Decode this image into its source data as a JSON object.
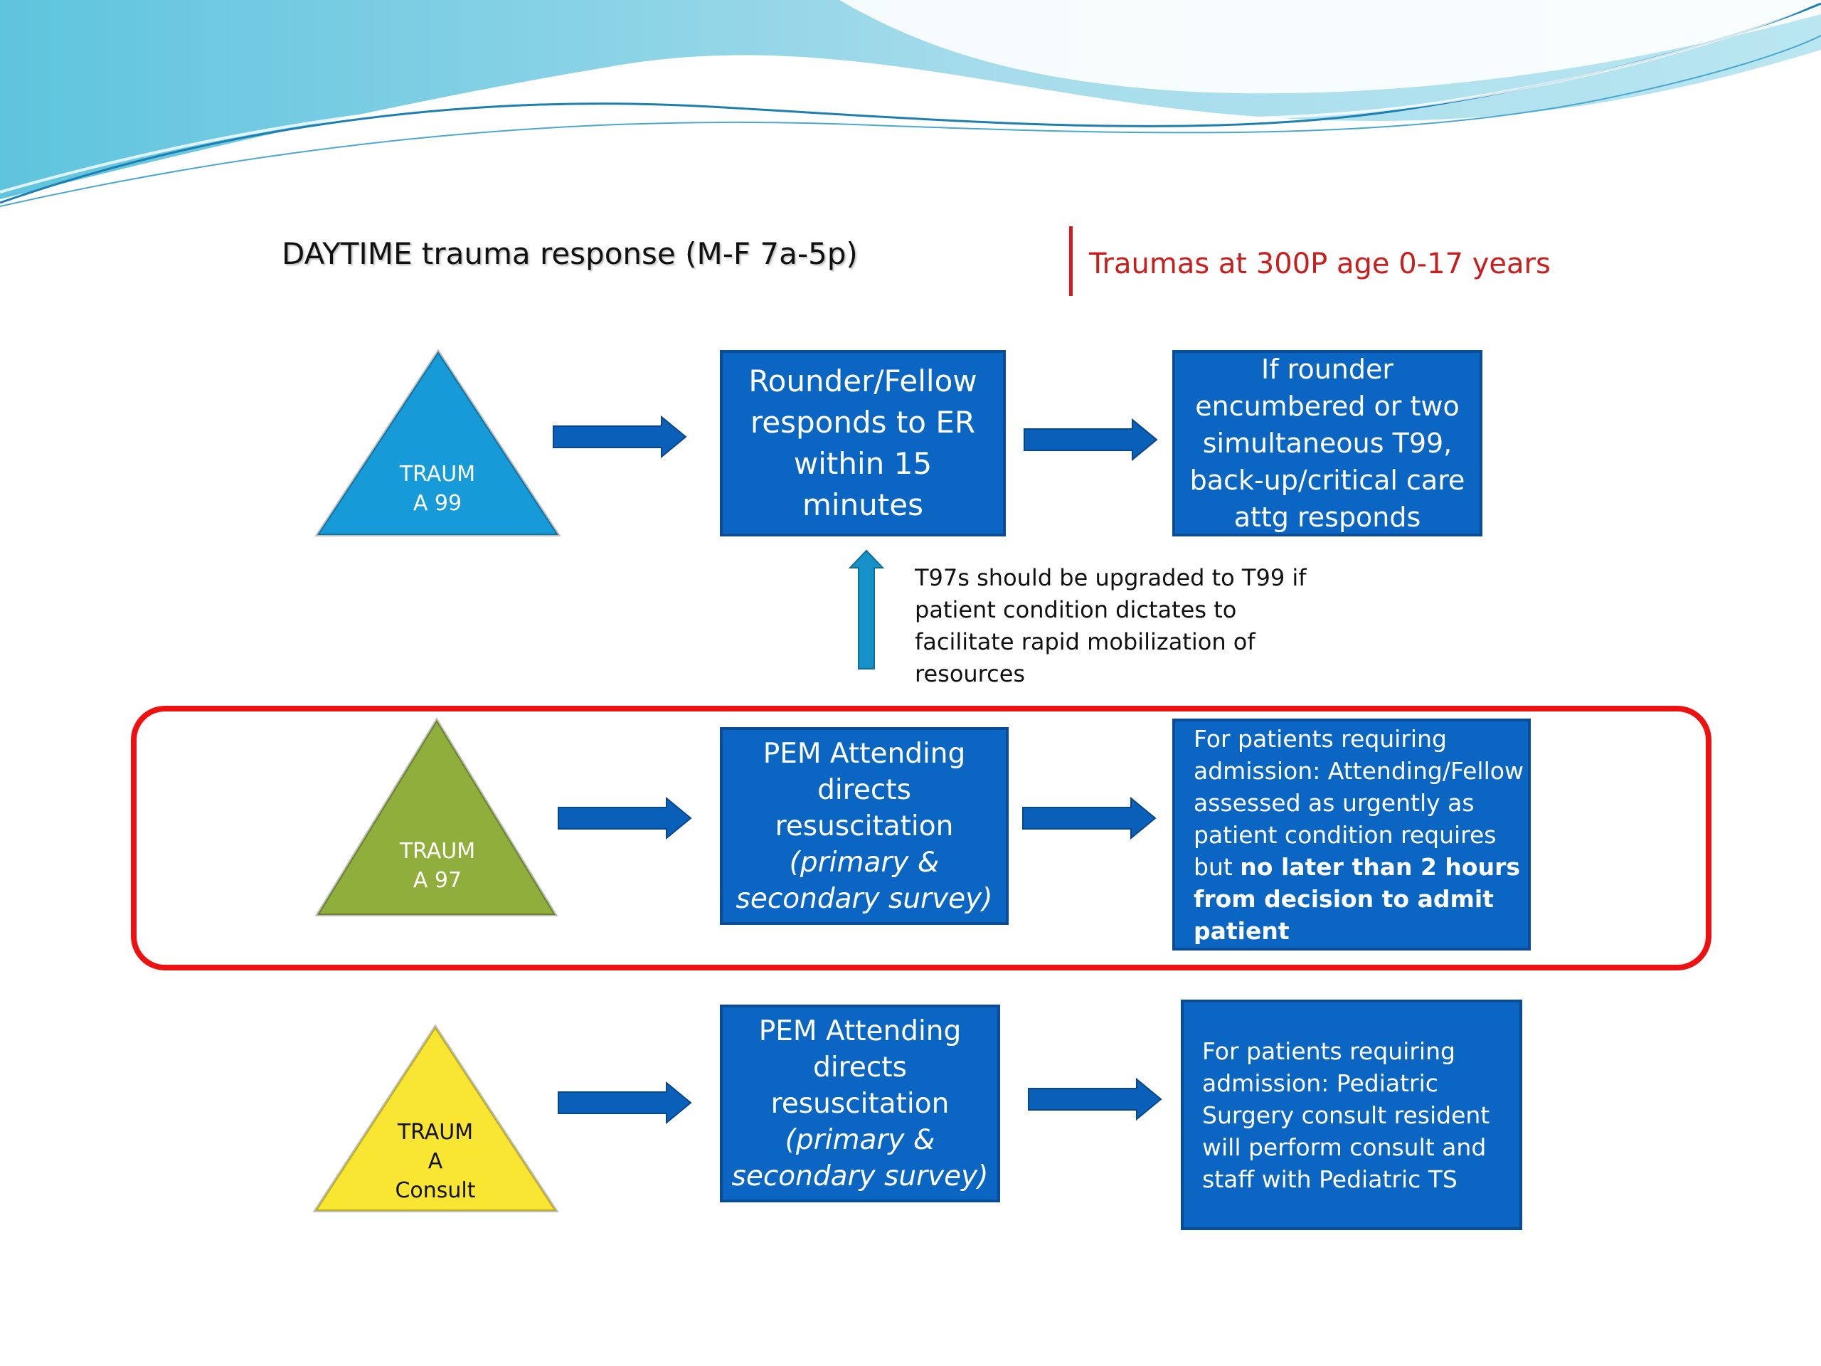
{
  "header": {
    "title": "DAYTIME trauma response (M-F 7a-5p)",
    "scope": "Traumas at 300P age 0-17 years"
  },
  "upgrade_note": {
    "lines": [
      "T97s should be upgraded to T99 if",
      "patient condition dictates to",
      "facilitate rapid mobilization of",
      "resources"
    ]
  },
  "rows": [
    {
      "triangle": {
        "lines": [
          "TRAUM",
          "A 99"
        ],
        "color": "#169bd8",
        "text_color": "#ffffff"
      },
      "response": {
        "lines": [
          {
            "t": "Rounder/Fellow"
          },
          {
            "t": "responds to ER"
          },
          {
            "t": "within 15"
          },
          {
            "t": "minutes"
          }
        ]
      },
      "escalation": {
        "lines": [
          {
            "t": "If rounder"
          },
          {
            "t": "encumbered or two"
          },
          {
            "t": "simultaneous T99,"
          },
          {
            "t": "back-up/critical care"
          },
          {
            "t": "attg responds"
          }
        ]
      }
    },
    {
      "triangle": {
        "lines": [
          "TRAUM",
          "A 97"
        ],
        "color": "#8fae3b",
        "text_color": "#ffffff"
      },
      "response": {
        "lines": [
          {
            "t": "PEM Attending"
          },
          {
            "t": "directs"
          },
          {
            "t": "resuscitation"
          },
          {
            "t": "(primary &",
            "s": "it"
          },
          {
            "t": "secondary survey)",
            "s": "it"
          }
        ]
      },
      "escalation": {
        "lines": [
          {
            "t": "For patients requiring"
          },
          {
            "t": "admission: Attending/Fellow"
          },
          {
            "t": "assessed as urgently as"
          },
          {
            "t": "patient condition requires"
          },
          {
            "t": "but ",
            "b": "no later than 2 hours"
          },
          {
            "t": "from decision to admit",
            "s": "b"
          },
          {
            "t": "patient",
            "s": "b"
          }
        ]
      }
    },
    {
      "triangle": {
        "lines": [
          "TRAUM",
          "A",
          "Consult"
        ],
        "color": "#f8e632",
        "text_color": "#111111"
      },
      "response": {
        "lines": [
          {
            "t": "PEM Attending"
          },
          {
            "t": "directs"
          },
          {
            "t": "resuscitation"
          },
          {
            "t": "(primary &",
            "s": "it"
          },
          {
            "t": "secondary survey)",
            "s": "it"
          }
        ]
      },
      "escalation": {
        "lines": [
          {
            "t": "For patients requiring"
          },
          {
            "t": "admission: Pediatric"
          },
          {
            "t": "Surgery consult resident"
          },
          {
            "t": "will perform consult and"
          },
          {
            "t": "staff with Pediatric TS"
          }
        ]
      }
    }
  ],
  "colors": {
    "box_fill": "#0a66c2",
    "box_border": "#0a4d96",
    "arrow": "#0a5fb8",
    "up_arrow": "#1690c9",
    "highlight": "#ee1111",
    "scope_text": "#c81e1e"
  }
}
